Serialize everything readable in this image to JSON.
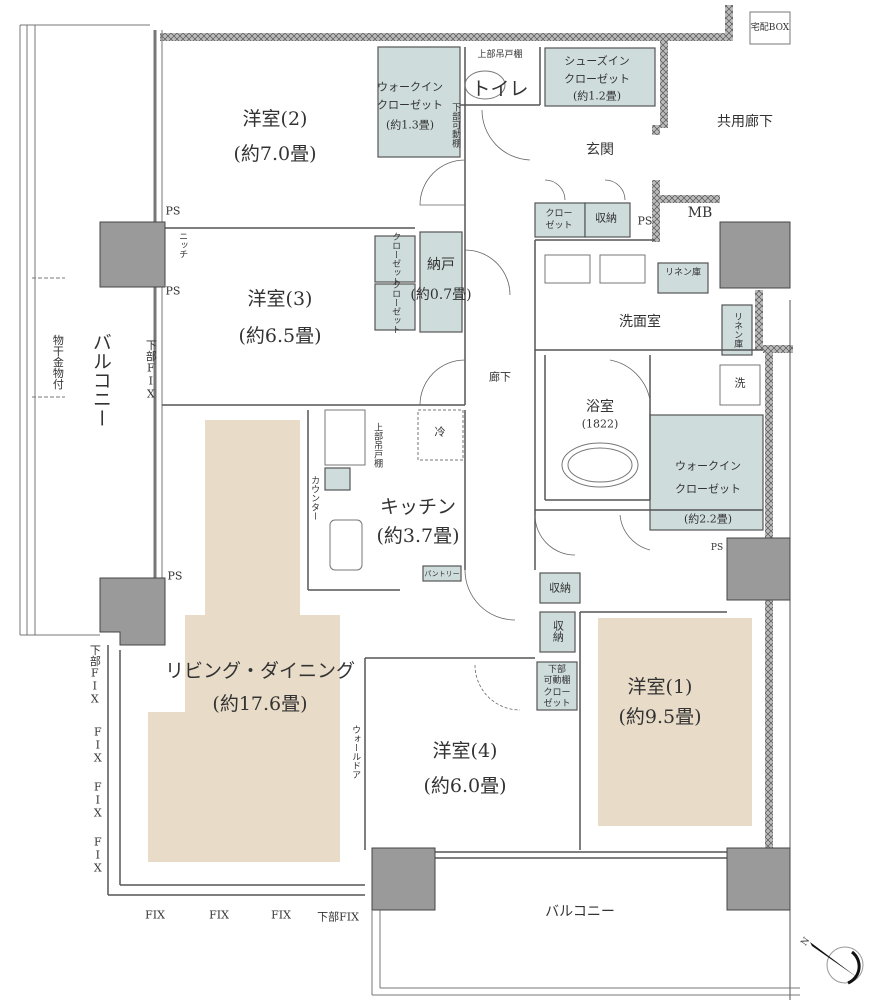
{
  "colors": {
    "living_floor": "#e8dcc8",
    "storage_fill": "#cfdcdc",
    "column": "#9a9a9a",
    "wall": "#555555"
  },
  "rooms": {
    "western2": {
      "name": "洋室(2)",
      "size": "(約7.0畳)"
    },
    "western3": {
      "name": "洋室(3)",
      "size": "(約6.5畳)"
    },
    "western4": {
      "name": "洋室(4)",
      "size": "(約6.0畳)"
    },
    "western1": {
      "name": "洋室(1)",
      "size": "(約9.5畳)"
    },
    "living": {
      "name": "リビング・ダイニング",
      "size": "(約17.6畳)"
    },
    "kitchen": {
      "name": "キッチン",
      "size": "(約3.7畳)"
    },
    "bath": {
      "name": "浴室",
      "size": "(1822)"
    },
    "washroom": {
      "name": "洗面室"
    },
    "toilet": {
      "name": "トイレ"
    },
    "entrance": {
      "name": "玄関"
    },
    "hallway": {
      "name": "廊下"
    },
    "common_corridor": {
      "name": "共用廊下"
    },
    "balcony_west": {
      "name": "バルコニー"
    },
    "balcony_south": {
      "name": "バルコニー"
    },
    "storeroom": {
      "name": "納戸",
      "size": "(約0.7畳)"
    },
    "wic1": {
      "name": "ウォークイン",
      "name2": "クローゼット",
      "size": "(約1.3畳)"
    },
    "wic2": {
      "name": "ウォークイン",
      "name2": "クローゼット",
      "size": "(約2.2畳)"
    },
    "shoes": {
      "name": "シューズイン",
      "name2": "クローゼット",
      "size": "(約1.2畳)"
    }
  },
  "labels": {
    "delivery_box": "宅配BOX",
    "upper_cabinet": "上部吊戸棚",
    "lower_shelf": "下部可動棚",
    "ps": "PS",
    "niche": "ニッチ",
    "mb": "MB",
    "closet": "クローゼット",
    "storage": "収納",
    "linen": "リネン庫",
    "washer": "洗",
    "fridge": "冷",
    "counter": "カウンター",
    "pantry": "パントリー",
    "laundry_hardware": "物干金物付",
    "lower_fix": "下部FIX",
    "fix": "FIX",
    "wall_door": "ウォールドア",
    "lower_shelf_closet_a": "下部",
    "lower_shelf_closet_b": "可動棚",
    "closet_a": "クロー",
    "closet_b": "ゼット",
    "compass_n": "N"
  }
}
